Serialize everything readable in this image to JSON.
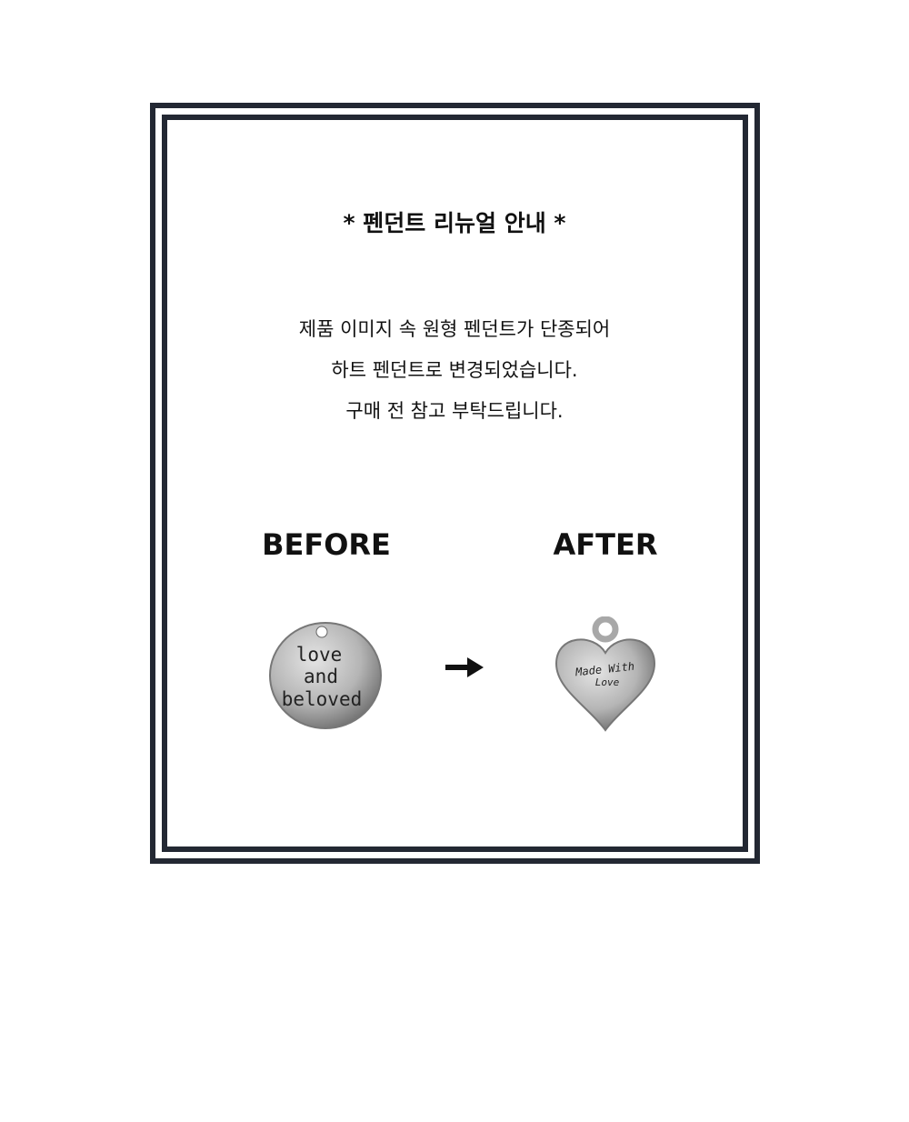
{
  "notice": {
    "title": "* 펜던트 리뉴얼 안내 *",
    "lines": [
      "제품 이미지 속 원형 펜던트가 단종되어",
      "하트 펜던트로 변경되었습니다.",
      "구매 전 참고 부탁드립니다."
    ]
  },
  "comparison": {
    "before_label": "BEFORE",
    "after_label": "AFTER",
    "before_engraving": [
      "love",
      "and",
      "beloved"
    ],
    "after_engraving": [
      "Made With",
      "Love"
    ],
    "arrow_icon": "arrow-right-icon"
  },
  "colors": {
    "frame": "#232833",
    "silver": "#b8b8b8"
  }
}
